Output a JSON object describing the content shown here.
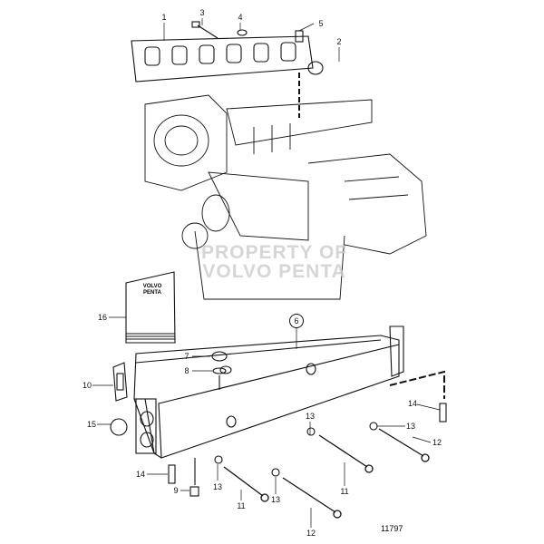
{
  "diagram": {
    "figure_number": "11797",
    "watermark": {
      "line1": "PROPERTY OF",
      "line2": "VOLVO PENTA"
    },
    "booklet_text": {
      "line1": "VOLVO",
      "line2": "PENTA"
    },
    "callouts": {
      "c1": "1",
      "c3": "3",
      "c4": "4",
      "c5": "5",
      "c2": "2",
      "c16": "16",
      "c6": "6",
      "c7": "7",
      "c8": "8",
      "c10": "10",
      "c15": "15",
      "c14a": "14",
      "c9": "9",
      "c13a": "13",
      "c11a": "11",
      "c13b": "13",
      "c12a": "12",
      "c13c": "13",
      "c11b": "11",
      "c13d": "13",
      "c12b": "12",
      "c14b": "14"
    }
  }
}
